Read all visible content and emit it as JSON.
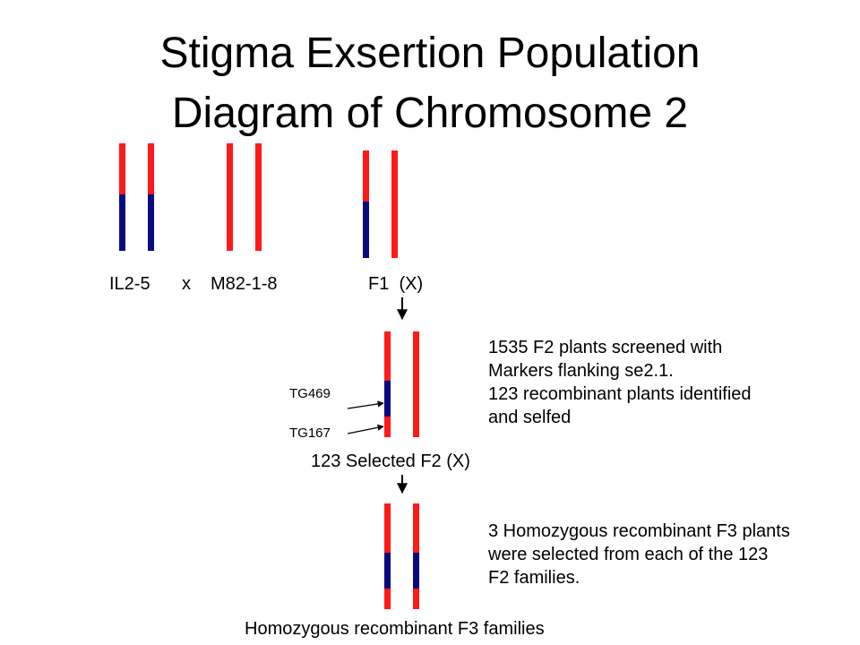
{
  "title": {
    "line1": "Stigma Exsertion Population",
    "line2": "Diagram of Chromosome 2"
  },
  "colors": {
    "red_segment": "#ff1a1a",
    "blue_segment": "#0a0a80"
  },
  "labels": {
    "il": "IL2-5",
    "cross": "x",
    "m82": "M82-1-8",
    "f1": "F1  (X)",
    "f2": "123 Selected F2 (X)",
    "f3": "Homozygous recombinant F3 families",
    "marker_top": "TG469",
    "marker_bottom": "TG167"
  },
  "notes": {
    "screen": [
      "1535 F2 plants screened with",
      "Markers flanking se2.1.",
      "123 recombinant plants identified",
      "and selfed"
    ],
    "select": [
      "3 Homozygous recombinant F3 plants",
      "were selected from each of the 123",
      "F2 families."
    ]
  }
}
